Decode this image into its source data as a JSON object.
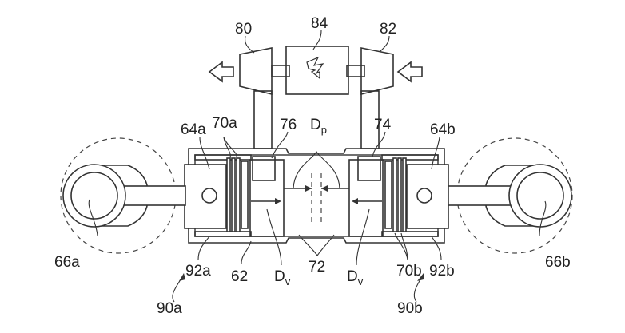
{
  "figure": {
    "description": "Opposed-piston engine schematic with turbocharger and generator",
    "labels": {
      "turbine": "80",
      "generator": "84",
      "compressor": "82",
      "piston_left": "64a",
      "piston_right": "64b",
      "rings_left": "70a",
      "rings_right": "70b",
      "insert_left": "76",
      "insert_right": "74",
      "dp_main": "D",
      "dp_sub": "p",
      "crank_left": "66a",
      "crank_right": "66b",
      "liner_left": "92a",
      "liner_right": "92b",
      "cylinder": "62",
      "dv_left_main": "D",
      "dv_left_sub": "v",
      "dv_right_main": "D",
      "dv_right_sub": "v",
      "ports": "72",
      "assembly_left": "90a",
      "assembly_right": "90b"
    },
    "icons": {
      "exhaust_arrow": "arrow-left-icon",
      "intake_arrow": "arrow-left-icon",
      "generator_symbol": "lightning-bolt-icon"
    }
  }
}
